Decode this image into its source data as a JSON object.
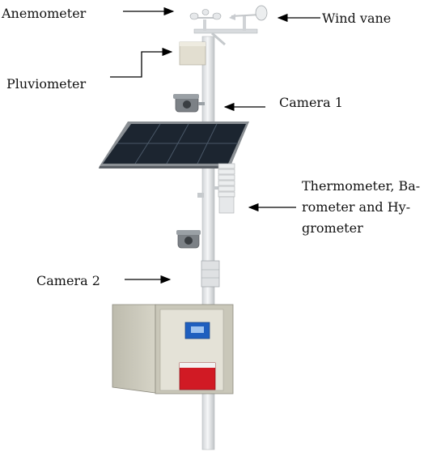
{
  "labels": {
    "anemometer": "Anemometer",
    "wind_vane": "Wind vane",
    "pluviometer": "Pluviometer",
    "camera1": "Camera 1",
    "thermo_line1": "Thermometer, Ba-",
    "thermo_line2": "rometer and Hy-",
    "thermo_line3": "grometer",
    "camera2": "Camera 2"
  },
  "colors": {
    "pole": "#e9ebec",
    "panel": "#1c2530",
    "panel_frame": "#8a8f94",
    "box": "#c9c7b9",
    "battery": "#d11a24",
    "controller": "#1f5fbf"
  }
}
